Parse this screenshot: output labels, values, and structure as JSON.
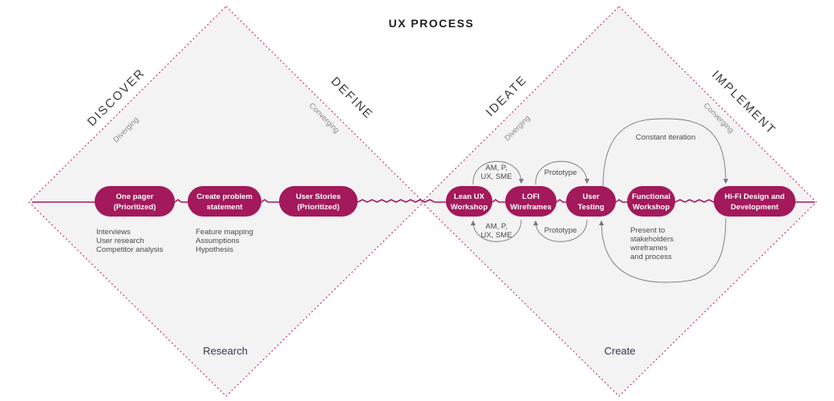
{
  "title": "UX PROCESS",
  "phases": {
    "discover": "DISCOVER",
    "define": "DEFINE",
    "ideate": "IDEATE",
    "implement": "IMPLEMENT"
  },
  "modes": {
    "diverging_1": "Diverging",
    "converging_1": "Converging",
    "diverging_2": "Diverging",
    "converging_2": "Converging"
  },
  "pills": {
    "one_pager": [
      "One pager",
      "(Prioritized)"
    ],
    "problem": [
      "Create problem",
      "statement"
    ],
    "stories": [
      "User Stories",
      "(Prioritized)"
    ],
    "lean": [
      "Lean UX",
      "Workshop"
    ],
    "lofi": [
      "LOFI",
      "Wireframes"
    ],
    "testing": [
      "User",
      "Testing"
    ],
    "functional": [
      "Functional",
      "Workshop"
    ],
    "hifi": [
      "Hi-Fi Design and",
      "Development"
    ]
  },
  "notes": {
    "discover": [
      "Interviews",
      "User research",
      "Competitor analysis"
    ],
    "define": [
      "Feature mapping",
      "Assumptions",
      "Hypothesis"
    ],
    "amp_top": [
      "AM, P,",
      "UX, SME"
    ],
    "amp_bottom": [
      "AM, P,",
      "UX, SME"
    ],
    "prototype_top": "Prototype",
    "prototype_bottom": "Prototype",
    "constant": "Constant iteration",
    "present": [
      "Present to",
      "stakeholders",
      "wireframes",
      "and process"
    ]
  },
  "bottom_labels": {
    "left": "Research",
    "right": "Create"
  },
  "colors": {
    "accent": "#a3195b",
    "diamond_fill": "#f4f3f3",
    "loop_stroke": "#7a7a7a"
  }
}
